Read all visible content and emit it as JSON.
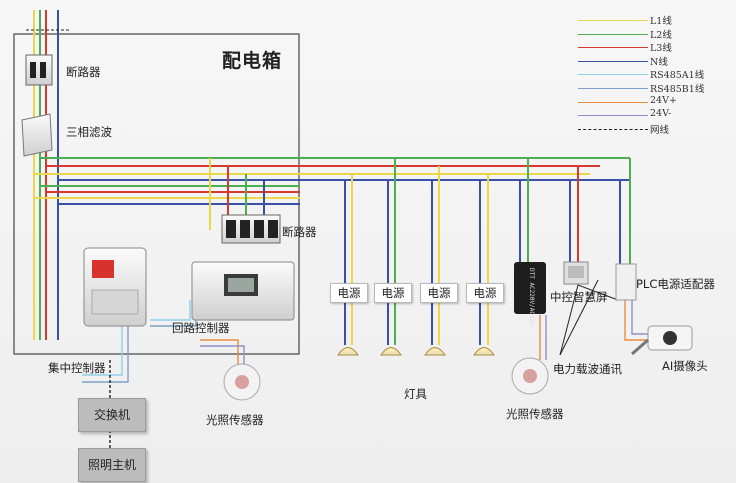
{
  "panel": {
    "title": "配电箱"
  },
  "labels": {
    "breaker_top": "断路器",
    "filter": "三相滤波",
    "breaker_mid": "断路器",
    "loop_controller": "回路控制器",
    "central_controller": "集中控制器",
    "light_sensor_left": "光照传感器",
    "lamps": "灯具",
    "light_sensor_right": "光照传感器",
    "plc_comm": "电力载波通讯",
    "smart_screen": "中控智慧屏",
    "plc_adapter": "PLC电源适配器",
    "ai_camera": "AI摄像头"
  },
  "power_supplies": [
    "电源",
    "电源",
    "电源",
    "电源"
  ],
  "bottom_boxes": {
    "switch": "交换机",
    "lighting_host": "照明主机"
  },
  "legend": [
    {
      "label": "L1线",
      "color": "#e8d84a",
      "style": "solid"
    },
    {
      "label": "L2线",
      "color": "#4caf50",
      "style": "solid"
    },
    {
      "label": "L3线",
      "color": "#d63a2f",
      "style": "solid"
    },
    {
      "label": "N线",
      "color": "#3a4fa8",
      "style": "solid"
    },
    {
      "label": "RS485A1线",
      "color": "#8fd0ea",
      "style": "solid"
    },
    {
      "label": "RS485B1线",
      "color": "#7ea0c8",
      "style": "solid"
    },
    {
      "label": "24V+",
      "color": "#e98c3a",
      "style": "solid"
    },
    {
      "label": "24V-",
      "color": "#8e8fc9",
      "style": "solid"
    },
    {
      "label": "网线",
      "color": "#222222",
      "style": "dashed"
    }
  ],
  "driver_text": "DTT AC220V/AC12V"
}
